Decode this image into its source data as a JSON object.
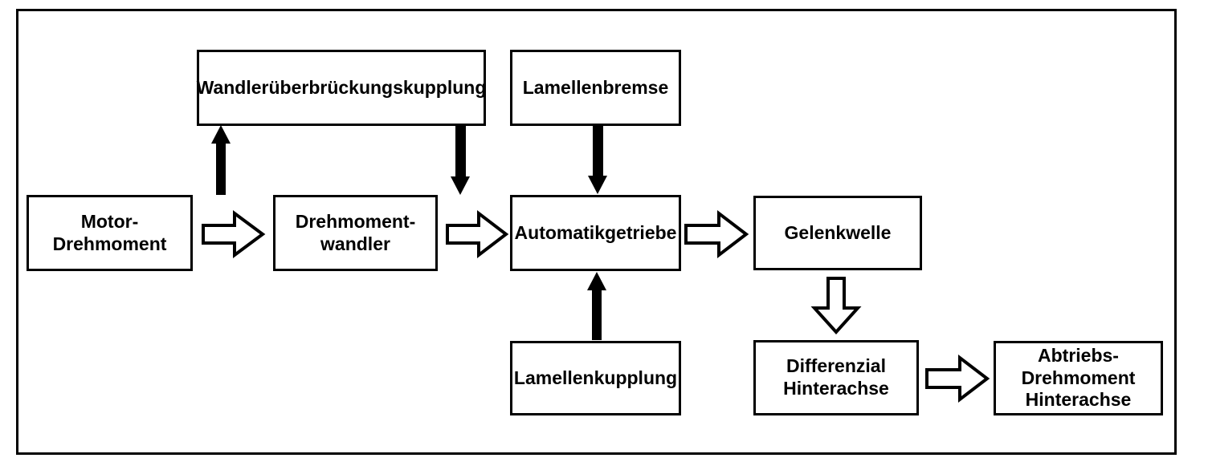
{
  "colors": {
    "ink": "#000000",
    "paper": "#ffffff"
  },
  "boxes": {
    "motor": {
      "label": "Motor-\nDrehmoment"
    },
    "wandlerkupplung": {
      "label": "Wandlerüberbrückungskupplung"
    },
    "wandler": {
      "label": "Drehmoment-\nwandler"
    },
    "lamellenbremse": {
      "label": "Lamellenbremse"
    },
    "getriebe": {
      "label": "Automatikgetriebe"
    },
    "lamellenkupplung": {
      "label": "Lamellenkupplung"
    },
    "gelenkwelle": {
      "label": "Gelenkwelle"
    },
    "differenzial": {
      "label": "Differenzial\nHinterachse"
    },
    "abtrieb": {
      "label": "Abtriebs-\nDrehmoment\nHinterachse"
    }
  },
  "connections": [
    {
      "from": "Motor-Drehmoment",
      "to": "Drehmomentwandler",
      "style": "outline-arrow",
      "direction": "right"
    },
    {
      "from": "Drehmomentwandler",
      "to": "Automatikgetriebe",
      "style": "outline-arrow",
      "direction": "right"
    },
    {
      "from": "Automatikgetriebe",
      "to": "Gelenkwelle",
      "style": "outline-arrow",
      "direction": "right"
    },
    {
      "from": "Gelenkwelle",
      "to": "Differenzial Hinterachse",
      "style": "outline-arrow",
      "direction": "down"
    },
    {
      "from": "Differenzial Hinterachse",
      "to": "Abtriebs-Drehmoment Hinterachse",
      "style": "outline-arrow",
      "direction": "right"
    },
    {
      "from": "Motor-Drehmoment flow",
      "to": "Wandlerüberbrückungskupplung",
      "style": "solid-arrow",
      "direction": "up"
    },
    {
      "from": "Wandlerüberbrückungskupplung",
      "to": "Drehmomentwandler/Automatikgetriebe flow",
      "style": "solid-arrow",
      "direction": "down"
    },
    {
      "from": "Lamellenbremse",
      "to": "Automatikgetriebe",
      "style": "solid-arrow",
      "direction": "down"
    },
    {
      "from": "Lamellenkupplung",
      "to": "Automatikgetriebe",
      "style": "solid-arrow",
      "direction": "up"
    }
  ]
}
